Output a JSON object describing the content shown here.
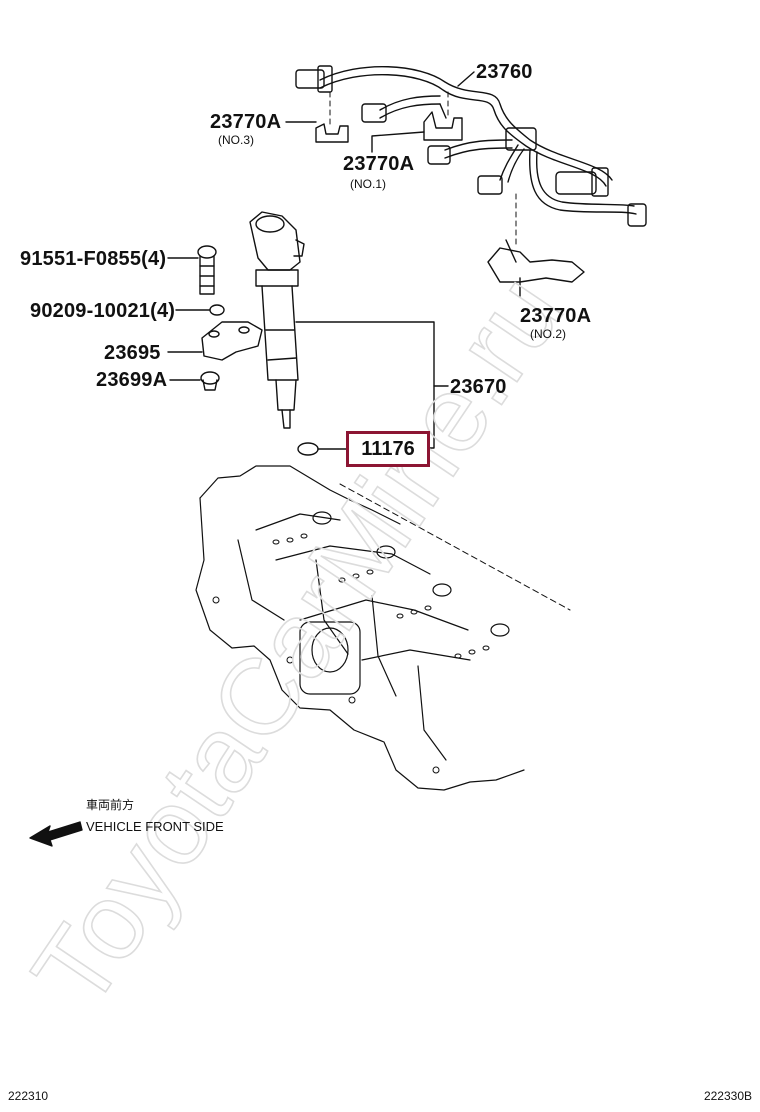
{
  "diagram": {
    "part_labels": {
      "p23760": "23760",
      "p23770a_no3": "23770A",
      "p23770a_no3_sub": "(NO.3)",
      "p23770a_no1": "23770A",
      "p23770a_no1_sub": "(NO.1)",
      "p23770a_no2": "23770A",
      "p23770a_no2_sub": "(NO.2)",
      "p91551": "91551-F0855(4)",
      "p90209": "90209-10021(4)",
      "p23695": "23695",
      "p23699a": "23699A",
      "p23670": "23670",
      "p11176": "11176"
    },
    "highlight_color": "#8c1533",
    "direction_note_jp": "車両前方",
    "direction_note_en": "VEHICLE FRONT SIDE",
    "arrow_icon": "left-arrow",
    "watermark": "ToyotaCarMine.ru",
    "footer_left": "222310",
    "footer_right": "222330B"
  }
}
